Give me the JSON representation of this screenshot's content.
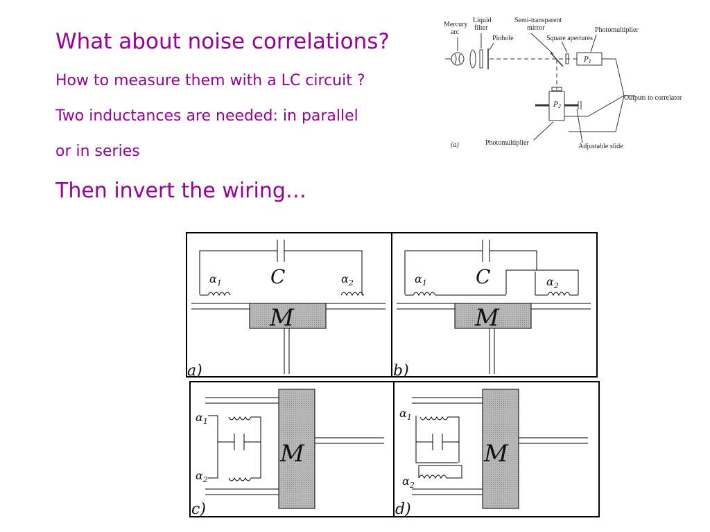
{
  "slide": {
    "title": "What about noise correlations?",
    "line1": "How to measure them with a LC circuit ?",
    "line2": "Two inductances are needed: in parallel",
    "line3": "or in series",
    "line4": "Then invert the wiring…"
  },
  "apparatus": {
    "mercury_arc_l1": "Mercury",
    "mercury_arc_l2": "arc",
    "liquid_filter_l1": "Liquid",
    "liquid_filter_l2": "filter",
    "pinhole": "Pinhole",
    "mirror_l1": "Semi-transparent",
    "mirror_l2": "mirror",
    "square_apertures": "Square apertures",
    "photomultiplier_top": "Photomultiplier",
    "p1": "P",
    "p1_sub": "1",
    "p2": "P",
    "p2_sub": "2",
    "outputs": "Outputs to correlator",
    "photomultiplier_bottom": "Photomultiplier",
    "adjustable_slide": "Adjustable slide",
    "panel_label": "(a)"
  },
  "circuits": {
    "alpha": "α",
    "sub1": "1",
    "sub2": "2",
    "capacitor": "C",
    "mixer": "M",
    "label_a": "a)",
    "label_b": "b)",
    "label_c": "c)",
    "label_d": "d)"
  }
}
